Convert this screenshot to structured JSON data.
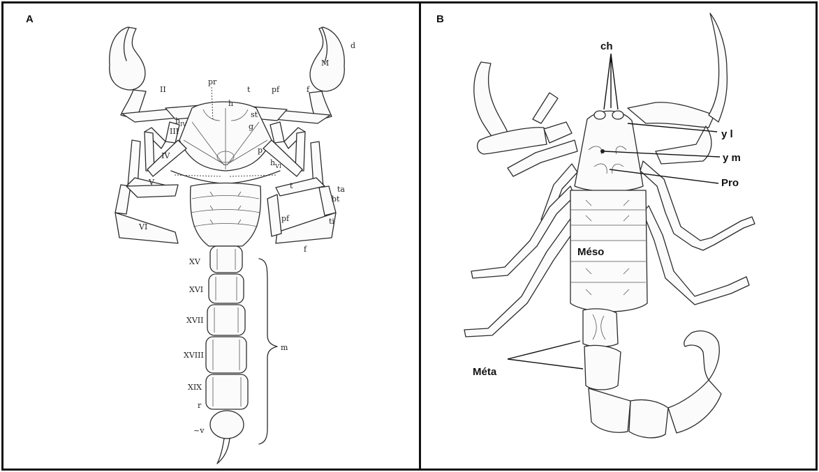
{
  "panels": [
    {
      "letter": "A",
      "labels": {
        "II": "II",
        "III": "III",
        "IV": "IV",
        "V": "V",
        "VI": "VI",
        "pr": "pr",
        "h": "h",
        "t_top": "t",
        "pf_top": "pf",
        "f_top": "f",
        "st": "st",
        "g": "g",
        "hiv": "h",
        "hiv_sub": "IV",
        "p": "p",
        "hvi": "h",
        "hvi_sub": "VI",
        "t_right": "t",
        "ta": "ta",
        "bt": "bt",
        "pf_right": "pf",
        "ti": "ti",
        "f_bottom": "f",
        "M": "M",
        "d": "d",
        "XV": "XV",
        "XVI": "XVI",
        "XVII": "XVII",
        "XVIII": "XVIII",
        "XIX": "XIX",
        "r": "r",
        "v": "~v",
        "m": "m"
      }
    },
    {
      "letter": "B",
      "labels": {
        "ch": "ch",
        "yl": "y l",
        "ym": "y m",
        "Pro": "Pro",
        "Meso": "Méso",
        "Meta": "Méta"
      }
    }
  ]
}
